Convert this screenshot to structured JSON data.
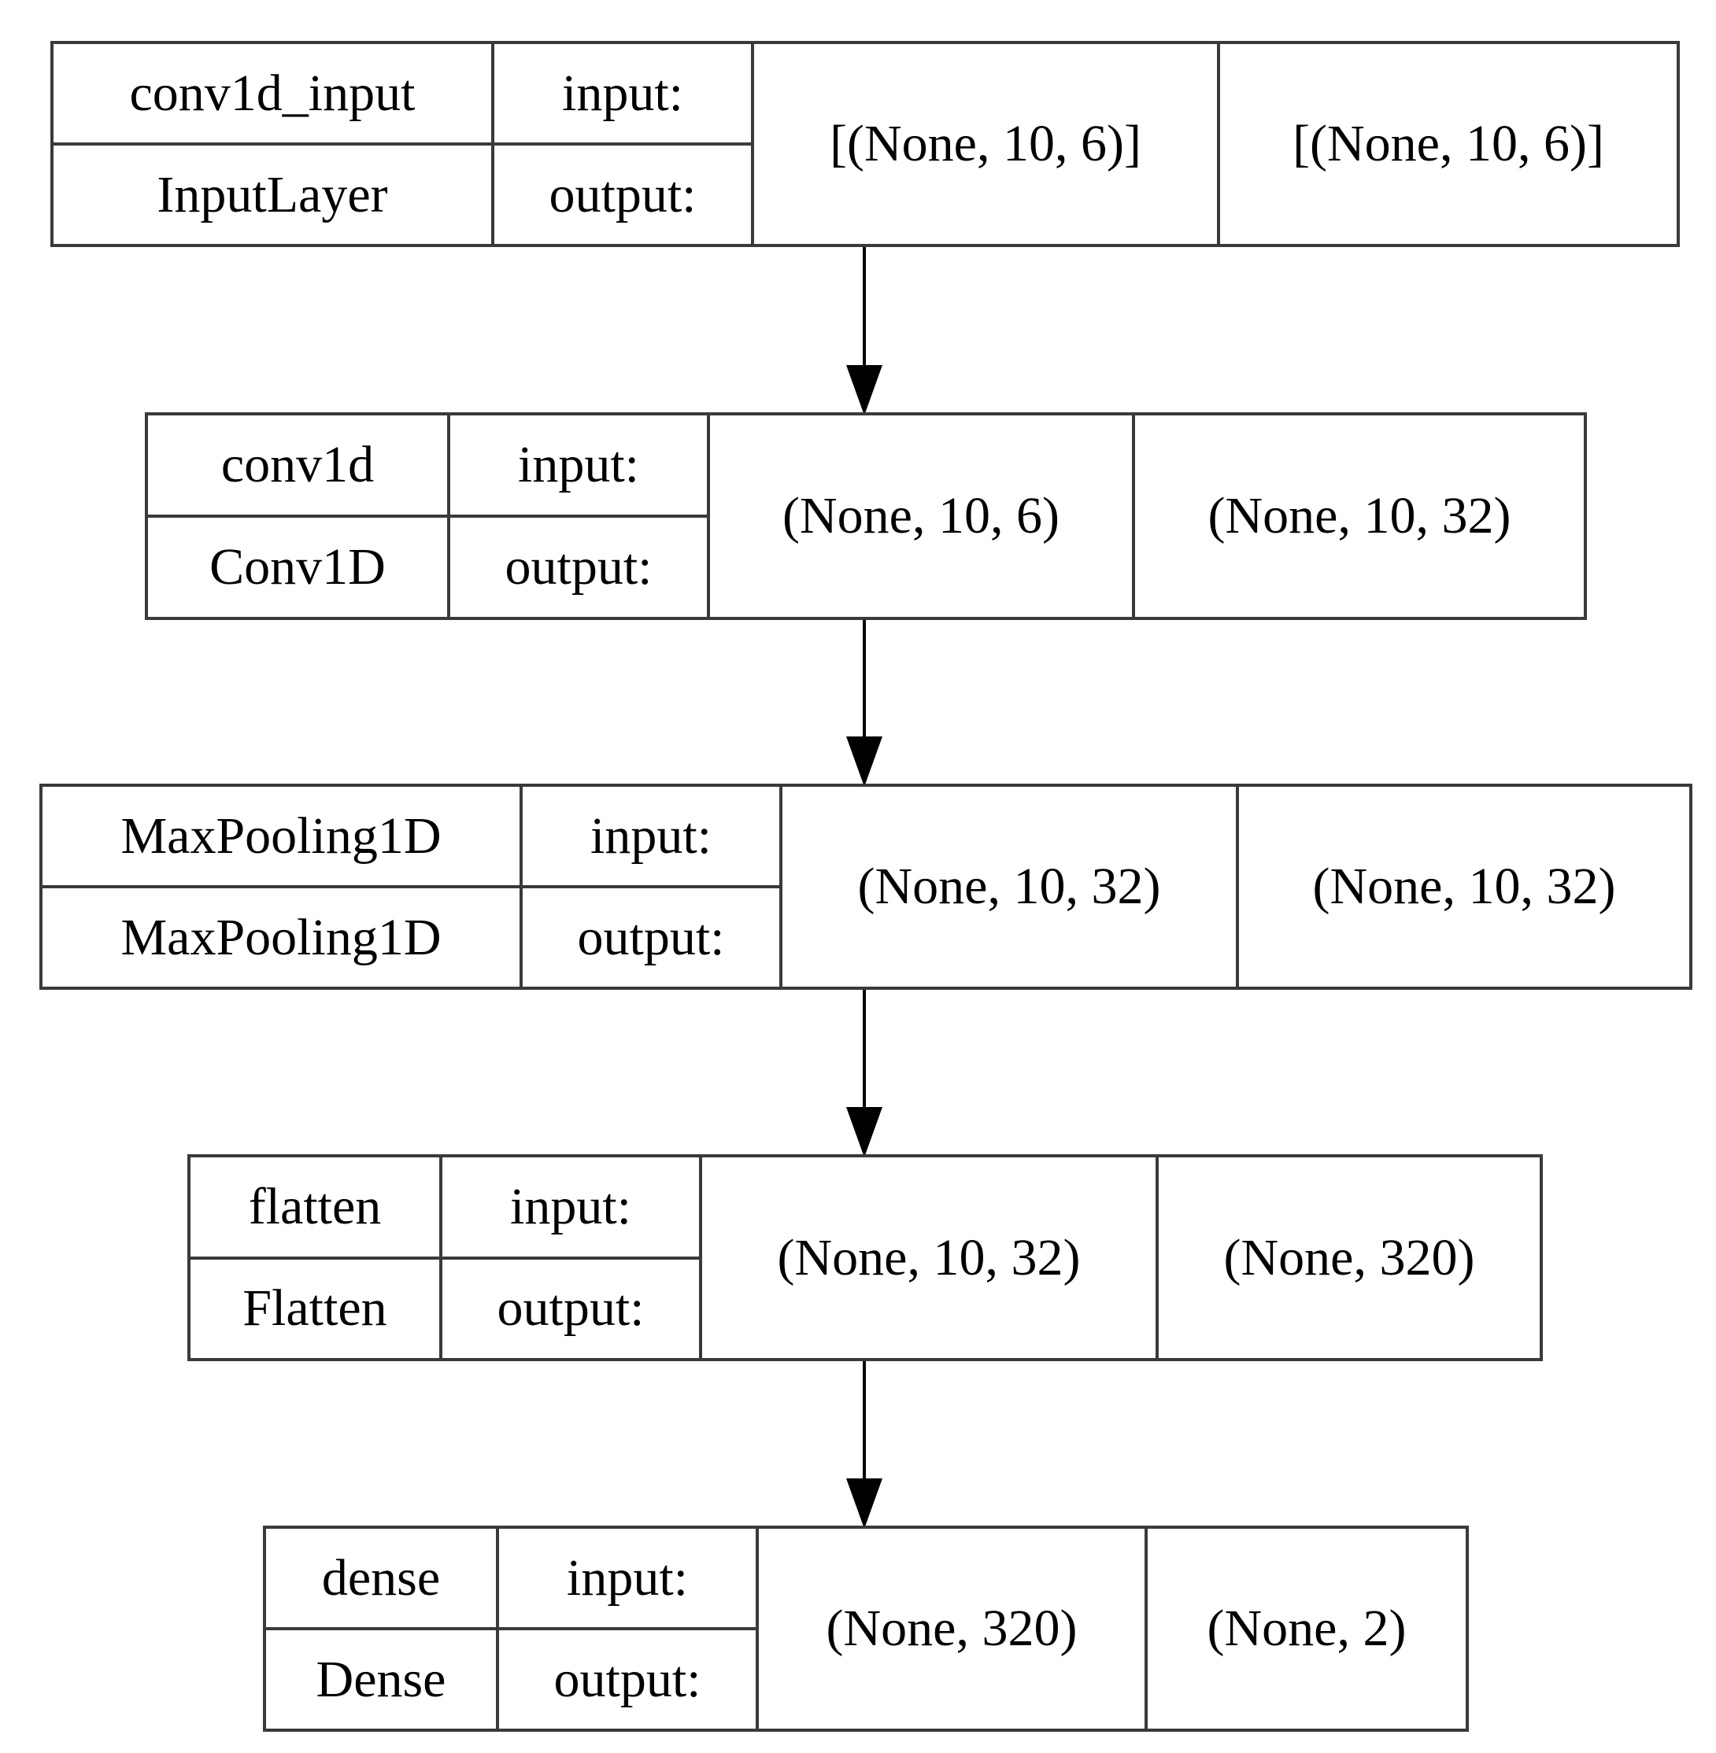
{
  "layers": [
    {
      "name": "conv1d_input",
      "type": "InputLayer",
      "input_label": "input:",
      "output_label": "output:",
      "input_shape": "[(None, 10, 6)]",
      "output_shape": "[(None, 10, 6)]"
    },
    {
      "name": "conv1d",
      "type": "Conv1D",
      "input_label": "input:",
      "output_label": "output:",
      "input_shape": "(None, 10, 6)",
      "output_shape": "(None, 10, 32)"
    },
    {
      "name": "MaxPooling1D",
      "type": "MaxPooling1D",
      "input_label": "input:",
      "output_label": "output:",
      "input_shape": "(None, 10, 32)",
      "output_shape": "(None, 10, 32)"
    },
    {
      "name": "flatten",
      "type": "Flatten",
      "input_label": "input:",
      "output_label": "output:",
      "input_shape": "(None, 10, 32)",
      "output_shape": "(None, 320)"
    },
    {
      "name": "dense",
      "type": "Dense",
      "input_label": "input:",
      "output_label": "output:",
      "input_shape": "(None, 320)",
      "output_shape": "(None, 2)"
    }
  ]
}
